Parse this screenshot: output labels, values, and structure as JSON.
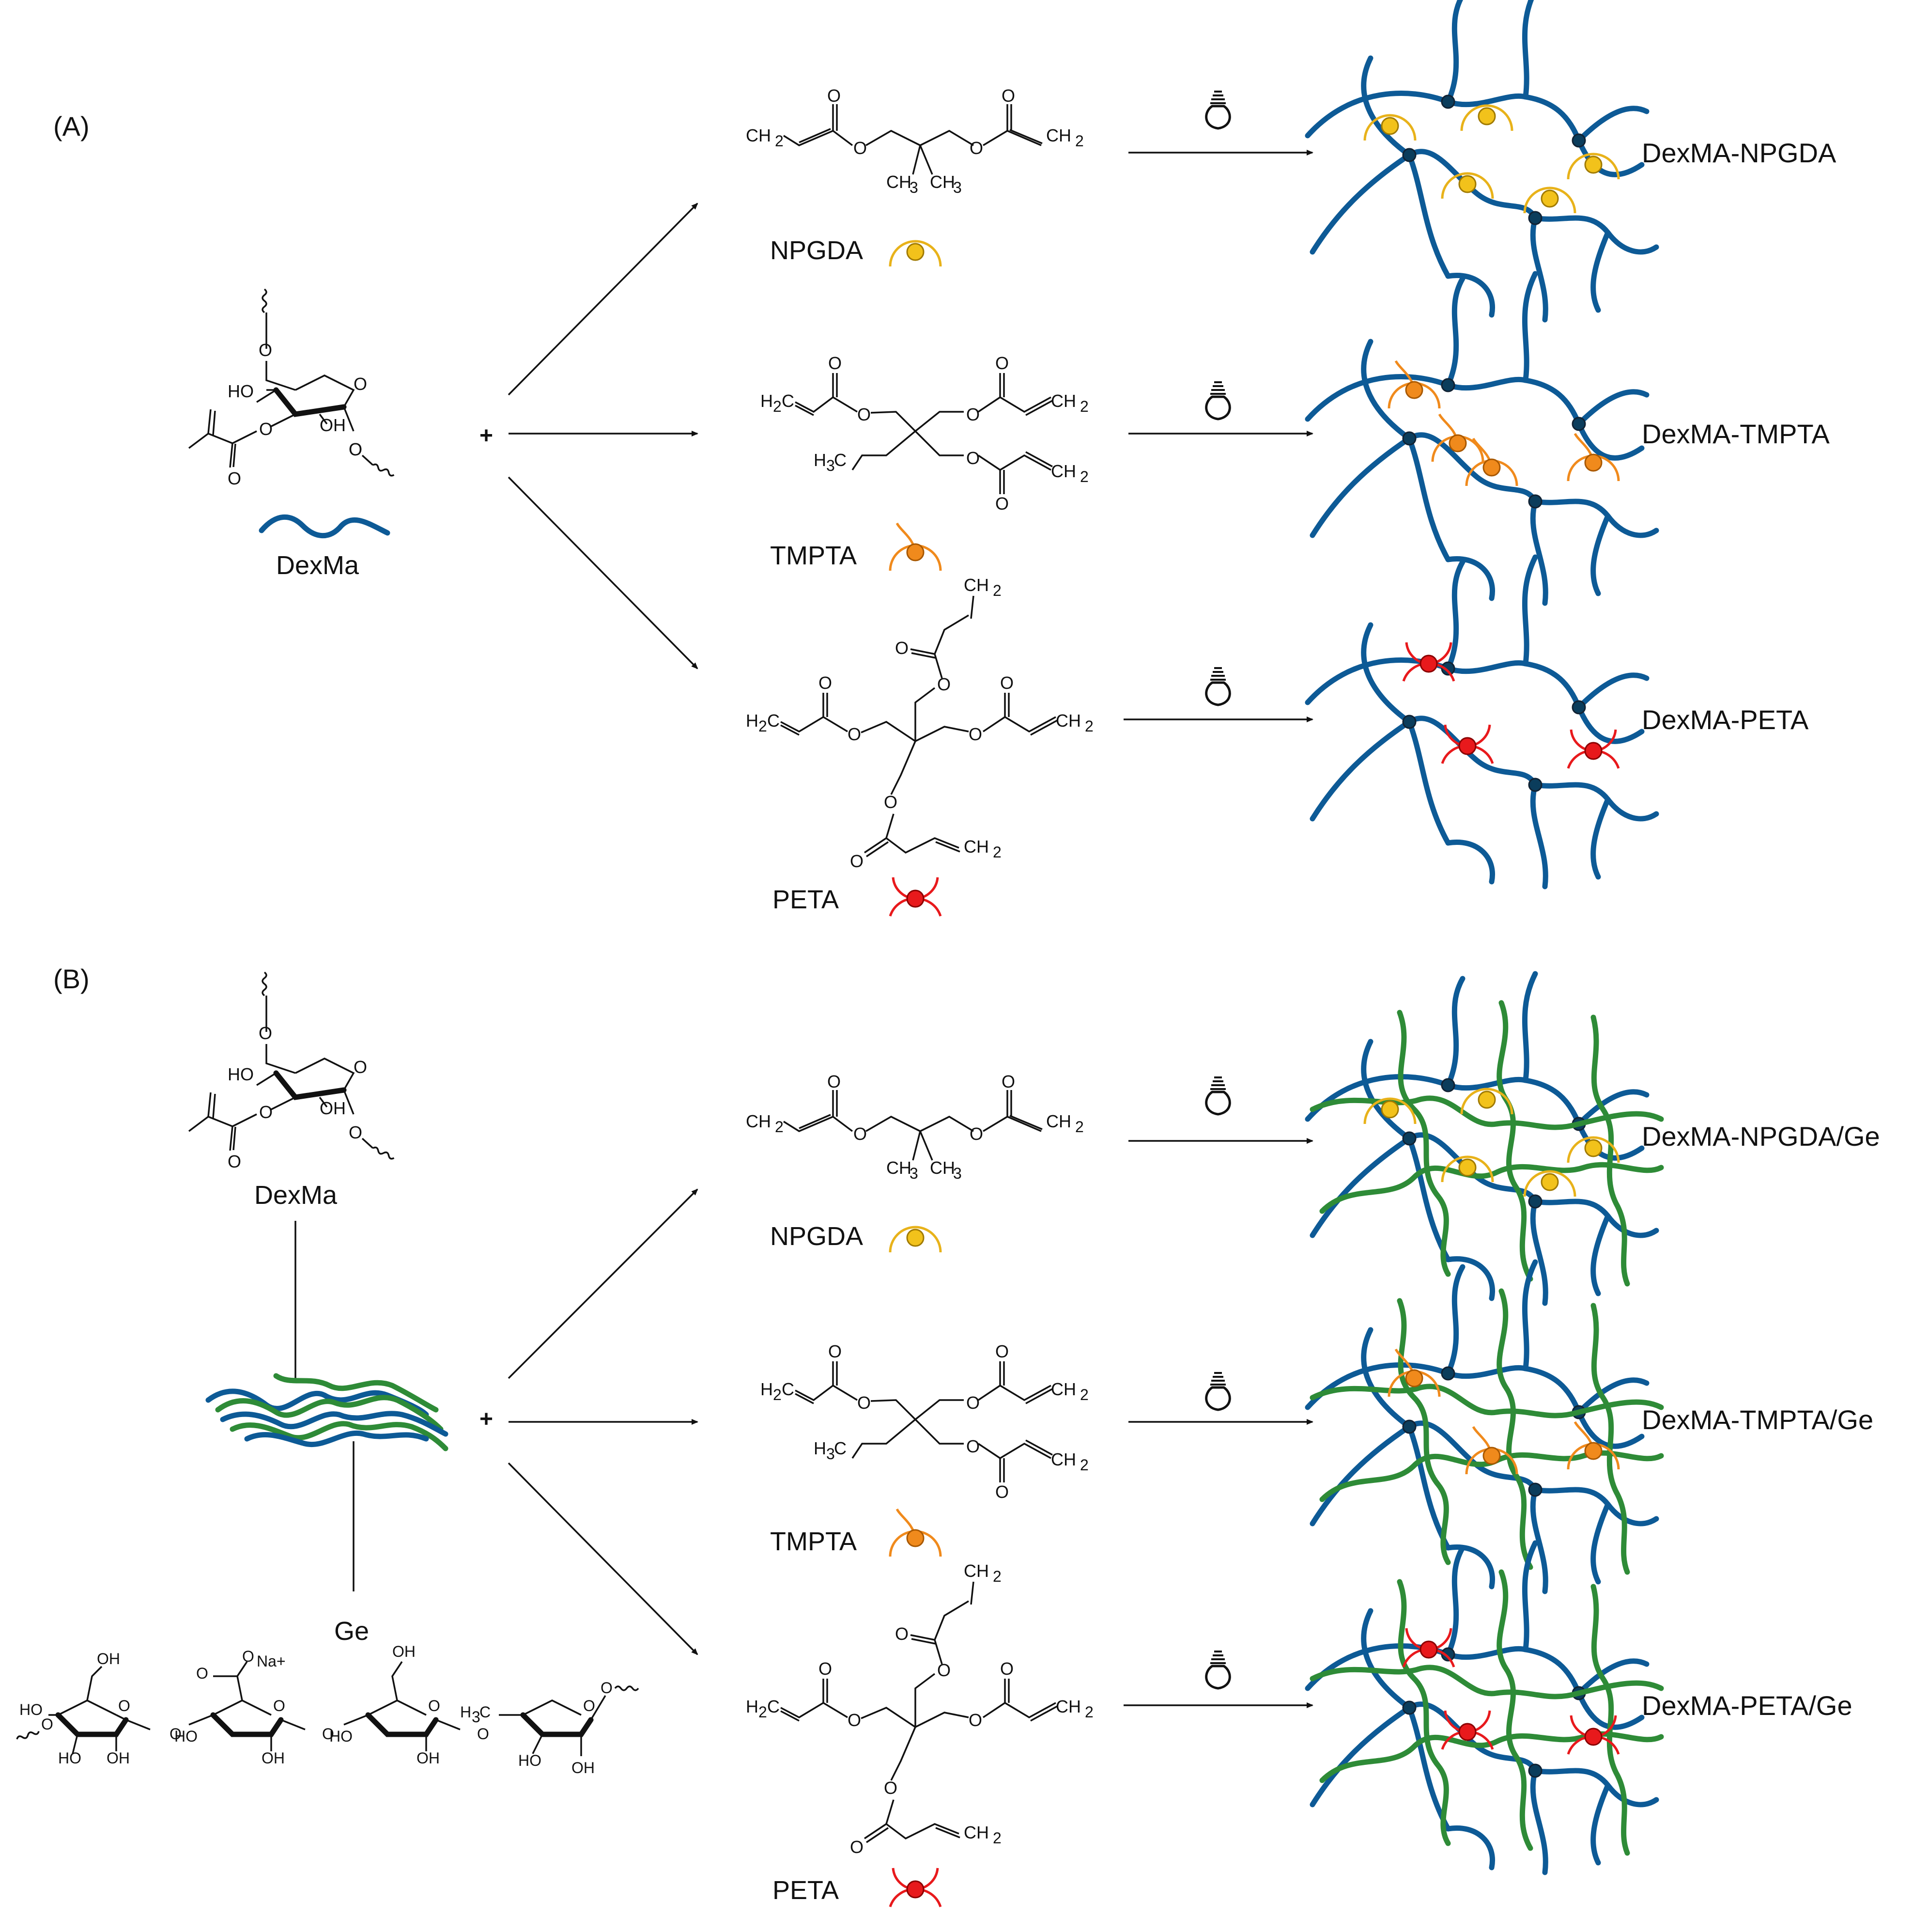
{
  "panels": {
    "a": "(A)",
    "b": "(B)"
  },
  "plus": "+",
  "polymers": {
    "dexma_a": "DexMa",
    "dexma_b": "DexMa",
    "ge": "Ge",
    "sodium": "Na+"
  },
  "crosslinkers": {
    "npgda": "NPGDA",
    "tmpta": "TMPTA",
    "peta": "PETA"
  },
  "products": {
    "a": [
      "DexMA-NPGDA",
      "DexMA-TMPTA",
      "DexMA-PETA"
    ],
    "b": [
      "DexMA-NPGDA/Ge",
      "DexMA-TMPTA/Ge",
      "DexMA-PETA/Ge"
    ]
  },
  "chem_text": {
    "ch2": "CH",
    "h2c": "H",
    "ch3": "CH",
    "h3c": "H",
    "o": "O",
    "ho": "HO",
    "oh": "OH",
    "sub2": "2",
    "sub3": "3",
    "c": "C",
    "o_minus": "O"
  },
  "colors": {
    "dexma": "#0d5a96",
    "gellan": "#2e8b37",
    "node": "#0b3d5c",
    "npgda": "#f2c21b",
    "npgda_arc": "#e8b21a",
    "tmpta": "#f08a1c",
    "peta": "#e8191c"
  },
  "icons": [
    "light-bulb-icon"
  ]
}
